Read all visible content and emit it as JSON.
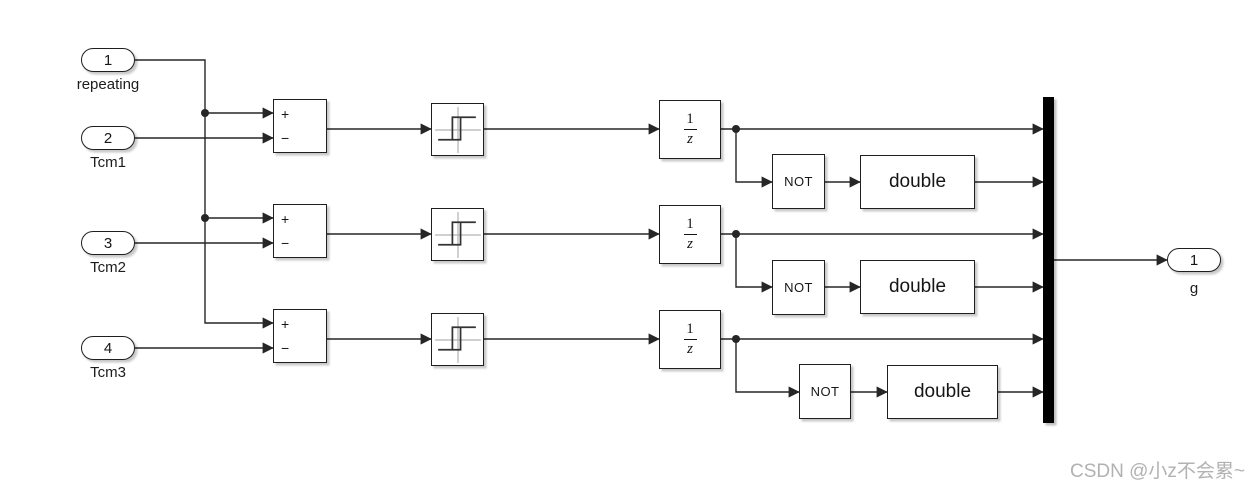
{
  "ports": {
    "inputs": [
      {
        "number": "1",
        "name": "repeating"
      },
      {
        "number": "2",
        "name": "Tcm1"
      },
      {
        "number": "3",
        "name": "Tcm2"
      },
      {
        "number": "4",
        "name": "Tcm3"
      }
    ],
    "output": {
      "number": "1",
      "name": "g"
    }
  },
  "blocks": {
    "sum": {
      "plus": "+",
      "minus": "−"
    },
    "unit_delay": {
      "numerator": "1",
      "denominator": "z"
    },
    "logical_operator": {
      "label": "NOT"
    },
    "data_type_conversion": {
      "label": "double"
    }
  },
  "watermark": {
    "text": "CSDN @小z不会累~"
  },
  "colors": {
    "background": "#ffffff",
    "wire": "#262626",
    "block_border": "#1f1f1f",
    "block_fill": "#ffffff",
    "mux_fill": "#000000",
    "relay_axes": "#b4b4b4",
    "relay_line": "#333333",
    "watermark": "#b2b2b2"
  }
}
